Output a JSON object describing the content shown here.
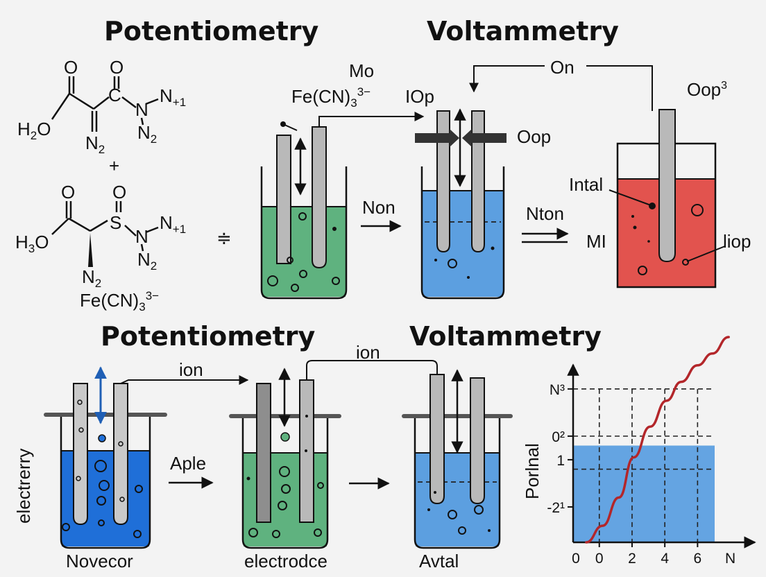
{
  "titles": {
    "top_left": "Potentiometry",
    "top_right": "Voltammetry",
    "bottom_left": "Potentiometry",
    "bottom_right": "Voltammetry"
  },
  "colors": {
    "green": "#5fb27f",
    "blue_light": "#5c9fe0",
    "red": "#e2534e",
    "blue_dark": "#1f6fd8",
    "electrode": "#b9b9b9",
    "curve": "#b3262a"
  },
  "chemistry": {
    "m1_o_left": "O",
    "m1_o_right": "O",
    "m1_c1": "C",
    "m1_c2": "C",
    "m1_n": "N",
    "m1_n1": "N",
    "m1_n1_sub": "+1",
    "m1_n2": "N",
    "m1_n2_sub": "2",
    "m1_h2o": "H",
    "m1_h2o_sub": "2",
    "m1_h2o_o": "O",
    "m1_nbottom": "N",
    "m1_nbottom_sub": "2",
    "plus": "+",
    "m2_o_left": "O",
    "m2_o_right": "O",
    "m2_s": "S",
    "m2_n": "N",
    "m2_n1": "N",
    "m2_n1_sub": "+1",
    "m2_n2": "N",
    "m2_n2_sub": "2",
    "m2_h3o": "H",
    "m2_h3o_sub": "3",
    "m2_h3o_o": "O",
    "m2_nbottom": "N",
    "m2_nbottom_sub": "2",
    "fe_base": "Fe(CN)",
    "fe_sub": "3",
    "fe_sup": "3−",
    "not_equal": "≑"
  },
  "labels": {
    "mo": "Mo",
    "fe_top_base": "Fe(CN)",
    "fe_top_sub": "3",
    "fe_top_sup": "3−",
    "iop": "IOp",
    "oop": "Oop",
    "on": "On",
    "oop3": "Oop",
    "oop3_sup": "3",
    "non": "Non",
    "nton": "Nton",
    "intal": "Intal",
    "mi": "MI",
    "liop": "liop",
    "ion_left": "ion",
    "ion_right": "ion",
    "aple": "Aple",
    "electrerry": "electrerry",
    "novecor": "Novecor",
    "electrodce": "electrodce",
    "avtal": "Avtal"
  },
  "chart_data": {
    "type": "line",
    "ylabel": "Porlnal",
    "y_tick_labels": [
      "N³",
      "0²",
      "1",
      "-2¹"
    ],
    "x_tick_labels": [
      "0",
      "0",
      "2",
      "4",
      "6"
    ],
    "x_axis_end_label": "N",
    "x_ticks": [
      0,
      2,
      4,
      6
    ],
    "xlim": [
      -1.6,
      8.4
    ],
    "ylim": [
      -3.5,
      4.2
    ],
    "y_ticks": [
      -2,
      0,
      1,
      3
    ],
    "dashed_h": [
      3,
      1,
      -0.4
    ],
    "dashed_v": [
      0,
      2,
      4,
      6
    ],
    "band": [
      -3.5,
      0.6
    ],
    "series": [
      {
        "x": [
          -0.8,
          0.2,
          1.2,
          2.1,
          3.1,
          4.1,
          5.0,
          6.0,
          6.9,
          7.9
        ],
        "y": [
          -3.5,
          -2.8,
          -1.6,
          0.1,
          1.4,
          2.5,
          3.3,
          4.0,
          4.5,
          5.2
        ]
      }
    ]
  }
}
